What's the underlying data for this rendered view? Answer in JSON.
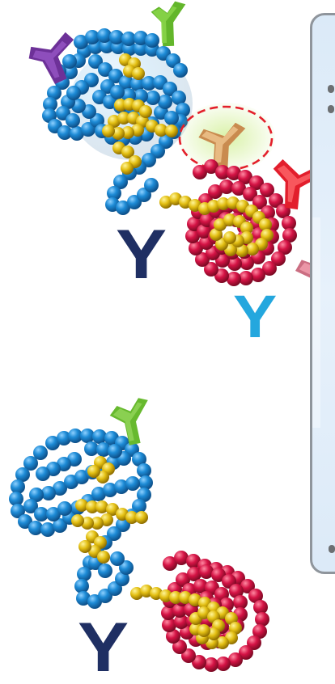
{
  "colors": {
    "blue_protein": "#1f86cf",
    "yellow_core": "#e5c31b",
    "red_protein": "#d3164b",
    "highlight_green": "#bde97f",
    "dashed_red": "#e3202b",
    "panel_fill": "#e4f0fb",
    "panel_border": "#8f959c"
  },
  "labels": {
    "top_big_letter": "Y",
    "top_cyan_letter": "Y",
    "bottom_big_letter": "Y"
  },
  "icons": [
    "purple-antibody-icon",
    "green-antibody-icon",
    "tan-antibody-icon",
    "red-antibody-icon",
    "pink-antibody-icon",
    "green-antibody-icon"
  ]
}
